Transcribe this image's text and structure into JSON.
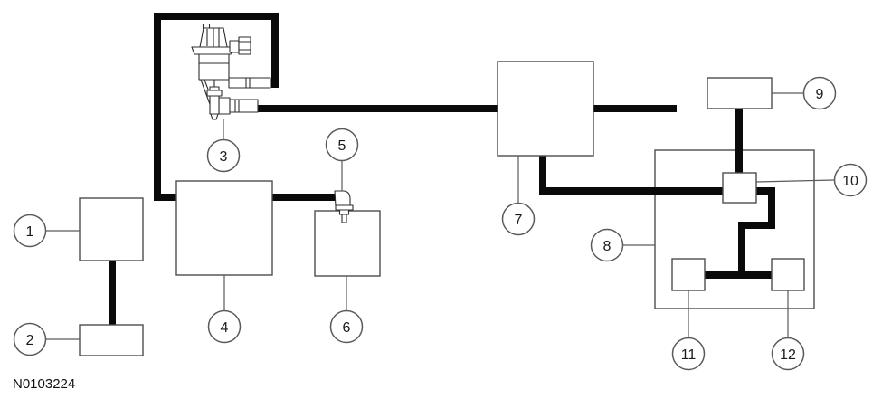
{
  "diagram": {
    "part_number": "N0103224",
    "colors": {
      "background": "#ffffff",
      "hose_line": "#0a0a0a",
      "box_outline": "#4d4d4d",
      "leader_line": "#5a5a5a",
      "callout_text": "#1a1a1a"
    },
    "callouts": [
      {
        "number": "1"
      },
      {
        "number": "2"
      },
      {
        "number": "3"
      },
      {
        "number": "4"
      },
      {
        "number": "5"
      },
      {
        "number": "6"
      },
      {
        "number": "7"
      },
      {
        "number": "8"
      },
      {
        "number": "9"
      },
      {
        "number": "10"
      },
      {
        "number": "11"
      },
      {
        "number": "12"
      }
    ]
  }
}
